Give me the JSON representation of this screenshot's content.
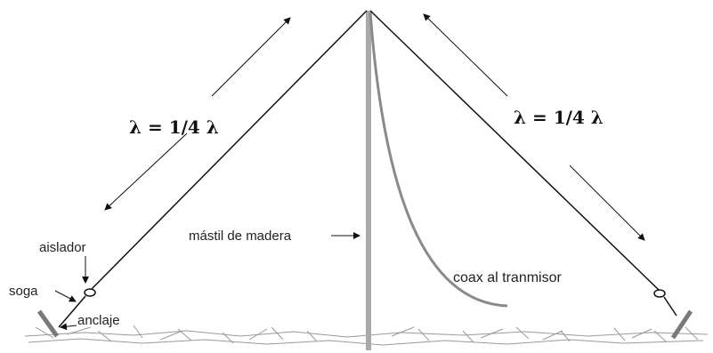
{
  "diagram": {
    "lambda_left": "λ = 1/4 λ",
    "lambda_right": "λ = 1/4 λ",
    "mast_label": "mástil de madera",
    "coax_label": "coax al tranmisor",
    "insulator_label": "aislador",
    "rope_label": "soga",
    "anchor_label": "anclaje"
  },
  "colors": {
    "wire": "#111111",
    "mast": "#aaaaaa",
    "coax": "#888888",
    "ground": "#999999"
  }
}
